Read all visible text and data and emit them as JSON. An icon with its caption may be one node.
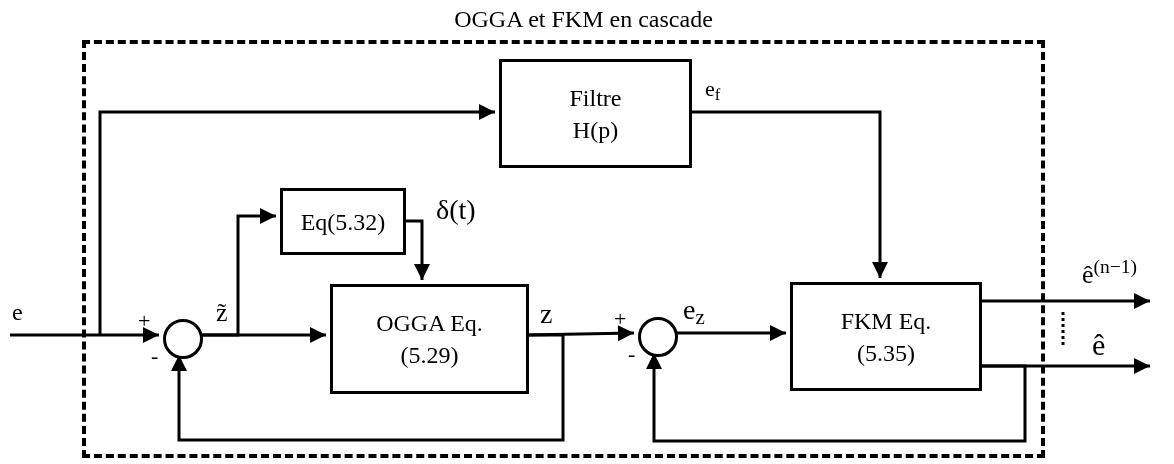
{
  "diagram": {
    "nodes": [
      {
        "text": [
          "OGGA et FKM en cascade"
        ]
      },
      {
        "text": [
          "Filtre H(p)"
        ],
        "in": 0
      },
      {
        "text": [
          "Eq(5.32)"
        ],
        "in": 0
      },
      {
        "text": [
          "OGGA Eq.(5.29)"
        ],
        "in": 0
      },
      {
        "text": [],
        "shape": "circle",
        "in": 0
      },
      {
        "text": [],
        "shape": "circle",
        "in": 0
      },
      {
        "text": [
          "FKM Eq. (5.35)"
        ],
        "in": 0
      }
    ],
    "edges": [
      {
        "from": null,
        "to": 4,
        "arrow": "to",
        "label": "e"
      },
      {
        "from": null,
        "to": 1,
        "arrow": "to"
      },
      {
        "from": 4,
        "to": 3,
        "arrow": "to",
        "label": "z̃"
      },
      {
        "from": 4,
        "to": 2,
        "arrow": "to"
      },
      {
        "from": 2,
        "to": 3,
        "arrow": "to",
        "label": "δ(t)"
      },
      {
        "from": 3,
        "to": 5,
        "arrow": "to",
        "label": "z"
      },
      {
        "from": 3,
        "to": 4,
        "arrow": "to"
      },
      {
        "from": 1,
        "to": 6,
        "arrow": "to",
        "label": "e$_{f}$"
      },
      {
        "from": 5,
        "to": 6,
        "arrow": "to",
        "label": "e$_{z}$"
      },
      {
        "from": 6,
        "to": 5,
        "arrow": "to"
      },
      {
        "from": 6,
        "to": null,
        "arrow": "to",
        "label": "ê$^{(n−1)}$"
      },
      {
        "from": 6,
        "to": null,
        "arrow": "to",
        "label": "ê"
      }
    ],
    "labels": [
      "+",
      "-",
      "+",
      "-"
    ]
  }
}
